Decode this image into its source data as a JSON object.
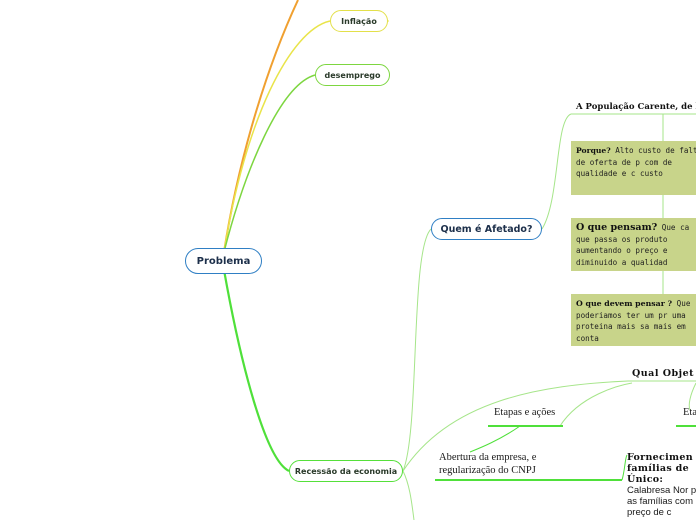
{
  "mindmap": {
    "root": "Problema",
    "inflacao": "Inflação",
    "desemprego": "desemprego",
    "quem_afetado": "Quem é Afetado?",
    "recessao": "Recessão da economia",
    "populacao": "A População Carente, de b",
    "porque_label": "Porque?",
    "porque_text": "Alto custo de falta de oferta de p com de qualidade e c custo",
    "pensam_label": "O que pensam?",
    "pensam_text": "Que ca que passa os produto aumentando o preço e diminuido a qualidad",
    "devem_label": "O que devem pensar ?",
    "devem_text": "Que poderiamos ter um pr uma proteina mais sa mais em conta",
    "qual_objetivo": "Qual Objet",
    "etapas": "Etapas e ações",
    "etapas2": "Eta",
    "abertura": "Abertura da empresa, e regularização do CNPJ",
    "fornec_head": "Fornecimen famílias de Único:",
    "fornec_body": "Calabresa Nor para as famílias com preço de c"
  },
  "colors": {
    "blue_border": "#2f7fc4",
    "yellow_branch": "#e3e04a",
    "green_branch": "#7dd640",
    "bright_green": "#55e03a",
    "orange_branch": "#f0a030",
    "box_fill": "#c8d48a"
  }
}
